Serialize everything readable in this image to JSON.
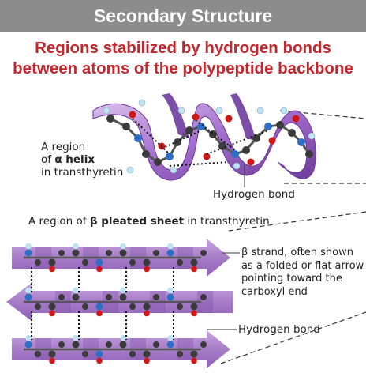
{
  "header": {
    "title": "Secondary Structure"
  },
  "subtitle": {
    "line1": "Regions stabilized by hydrogen bonds",
    "line2": "between atoms of the polypeptide backbone"
  },
  "helix": {
    "label_line1": "A region",
    "label_of": "of ",
    "label_greek": "α",
    "label_bold": " helix",
    "label_line3": "in transthyretin",
    "hbond_label": "Hydrogen bond"
  },
  "sheet": {
    "heading_pre": "A region of ",
    "heading_bold": "β pleated sheet",
    "heading_post": " in transthyretin",
    "strand_line1": "β strand, often shown",
    "strand_line2": "as a folded or flat arrow",
    "strand_line3": "pointing toward the",
    "strand_line4": "carboxyl end",
    "hbond_label": "Hydrogen bond"
  },
  "colors": {
    "banner": "#8c8c8c",
    "subtitle": "#c0282d",
    "ribbon": "#a77cc7",
    "ribbon_dark": "#7d4ea8",
    "oxygen": "#d01818",
    "nitrogen": "#2d6fc4",
    "carbon": "#3a3a3a",
    "hydrogen": "#bfe3f2"
  }
}
